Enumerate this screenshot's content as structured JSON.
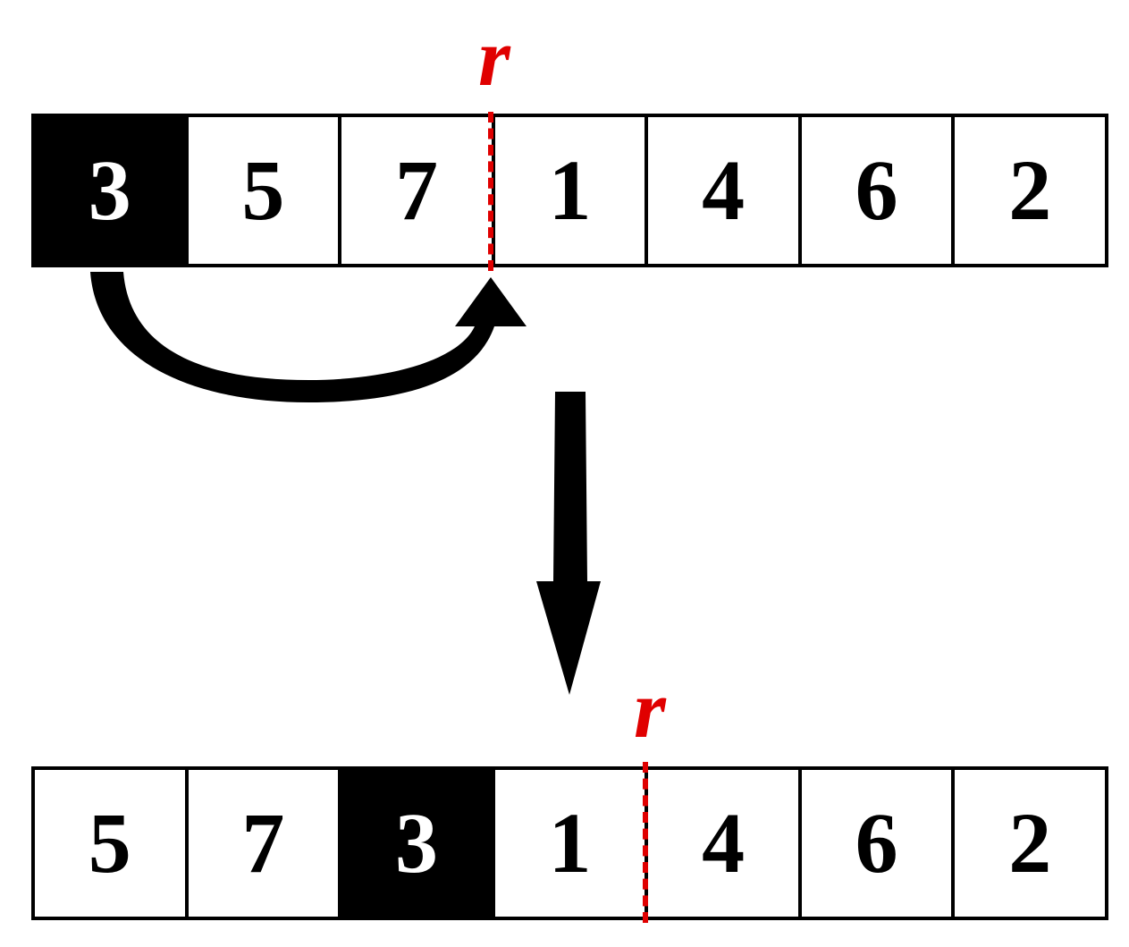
{
  "top_row": {
    "cells": [
      "3",
      "5",
      "7",
      "1",
      "4",
      "6",
      "2"
    ],
    "highlighted_index": 0,
    "marker_label": "r"
  },
  "bottom_row": {
    "cells": [
      "5",
      "7",
      "3",
      "1",
      "4",
      "6",
      "2"
    ],
    "highlighted_index": 2,
    "marker_label": "r"
  },
  "colors": {
    "marker": "#e00000",
    "highlight_bg": "#000000",
    "highlight_fg": "#ffffff",
    "cell_border": "#000000"
  }
}
